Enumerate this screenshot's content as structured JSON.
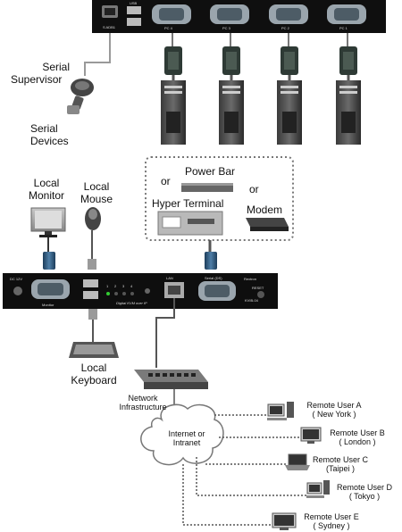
{
  "top_unit": {
    "usb_label": "USB",
    "serial_port_label": "S ADB1",
    "pc_ports": [
      "PC 4",
      "PC 3",
      "PC 2",
      "PC 1"
    ]
  },
  "labels": {
    "serial_supervisor": [
      "Serial",
      "Supervisor"
    ],
    "serial_devices": [
      "Serial",
      "Devices"
    ],
    "local_monitor": [
      "Local",
      "Monitor"
    ],
    "local_mouse": [
      "Local",
      "Mouse"
    ],
    "local_keyboard": [
      "Local",
      "Keyboard"
    ],
    "power_bar": "Power Bar",
    "or": "or",
    "hyper_terminal": "Hyper Terminal",
    "modem": "Modem",
    "network_infrastructure": [
      "Network",
      "Infrastructure"
    ],
    "internet": [
      "Internet or",
      "Intranet"
    ]
  },
  "kvm_unit": {
    "dc_label": "DC 12V",
    "monitor_label": "Monitor",
    "lan_label": "LAN",
    "serial_label": "Serial (DS)",
    "brand": "Rextron",
    "model": "KVIB-04",
    "product": "Digital KVM over IP",
    "reset_label": "RESET",
    "port_numbers": [
      "1",
      "2",
      "3",
      "4"
    ]
  },
  "remote_users": [
    {
      "name": "Remote User A",
      "city": "( New York )"
    },
    {
      "name": "Remote User B",
      "city": "( London )"
    },
    {
      "name": "Remote User C",
      "city": "(Taipei )"
    },
    {
      "name": "Remote User D",
      "city": "( Tokyo )"
    },
    {
      "name": "Remote User E",
      "city": "( Sydney )"
    }
  ]
}
